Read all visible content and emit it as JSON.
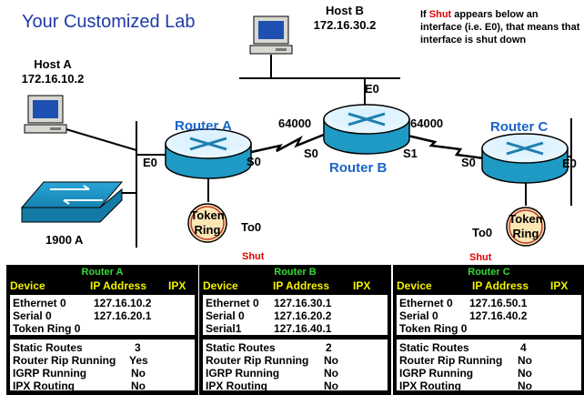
{
  "title": "Your Customized Lab",
  "note": {
    "prefix": "If ",
    "shut_word": "Shut",
    "suffix": " appears below an interface (i.e. E0), that means that interface is shut down"
  },
  "diagram": {
    "host_a": {
      "name": "Host A",
      "ip": "172.16.10.2"
    },
    "host_b": {
      "name": "Host B",
      "ip": "172.16.30.2"
    },
    "switch_label": "1900 A",
    "router_a": "Router A",
    "router_b": "Router B",
    "router_c": "Router C",
    "token_ring_top": "Token",
    "token_ring_bottom": "Ring",
    "labels": {
      "a_e0": "E0",
      "a_s0": "S0",
      "a_to0": "To0",
      "b_e0": "E0",
      "b_s0": "S0",
      "b_s1": "S1",
      "c_s0": "S0",
      "c_e0": "E0",
      "c_to0": "To0",
      "link_ab": "64000",
      "link_bc": "64000"
    },
    "shut_label": "Shut"
  },
  "tables": {
    "headers": {
      "device": "Device",
      "ip": "IP Address",
      "ipx": "IPX"
    },
    "router_a": {
      "title": "Router A",
      "interfaces": [
        {
          "name": "Ethernet 0",
          "ip": "127.16.10.2"
        },
        {
          "name": "Serial 0",
          "ip": "127.16.20.1"
        },
        {
          "name": "Token Ring 0",
          "ip": ""
        }
      ],
      "settings": [
        {
          "label": "Static Routes",
          "value": "3"
        },
        {
          "label": "Router Rip Running",
          "value": "Yes"
        },
        {
          "label": "IGRP Running",
          "value": "No"
        },
        {
          "label": "IPX Routing",
          "value": "No"
        }
      ]
    },
    "router_b": {
      "title": "Router B",
      "interfaces": [
        {
          "name": "Ethernet 0",
          "ip": "127.16.30.1"
        },
        {
          "name": "Serial 0",
          "ip": "127.16.20.2"
        },
        {
          "name": "Serial1",
          "ip": "127.16.40.1"
        }
      ],
      "settings": [
        {
          "label": "Static Routes",
          "value": "2"
        },
        {
          "label": "Router Rip Running",
          "value": "No"
        },
        {
          "label": "IGRP Running",
          "value": "No"
        },
        {
          "label": "IPX Routing",
          "value": "No"
        }
      ]
    },
    "router_c": {
      "title": "Router C",
      "interfaces": [
        {
          "name": "Ethernet 0",
          "ip": "127.16.50.1"
        },
        {
          "name": "Serial 0",
          "ip": "127.16.40.2"
        },
        {
          "name": "Token Ring 0",
          "ip": ""
        }
      ],
      "settings": [
        {
          "label": "Static Routes",
          "value": "4"
        },
        {
          "label": "Router Rip Running",
          "value": "No"
        },
        {
          "label": "IGRP Running",
          "value": "No"
        },
        {
          "label": "IPX Routing",
          "value": "No"
        }
      ]
    }
  },
  "colors": {
    "title_blue": "#1f3aa8",
    "router_label_blue": "#1a64c8",
    "router_teal": "#1e9ac4",
    "shut_red": "#e00000",
    "panel_title_green": "#38d838",
    "panel_header_yellow": "#f2f200"
  }
}
